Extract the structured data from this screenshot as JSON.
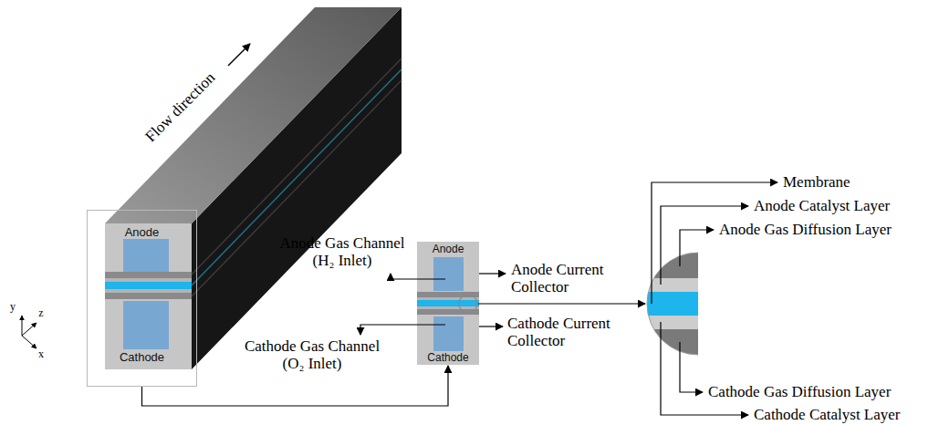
{
  "diagram": {
    "nodes": [
      {
        "text": [
          "Anode",
          "Cathode"
        ]
      },
      {
        "text": [
          "Anode",
          "Cathode"
        ]
      }
    ],
    "edges": [
      {
        "from": 0,
        "to": 1,
        "arrow": "to"
      }
    ],
    "labels": [
      "Flow direction",
      "y",
      "z",
      "x",
      "Anode Gas Channel (H₂ Inlet)",
      "Anode Current Collector",
      "Cathode Gas Channel (O₂ Inlet)",
      "Cathode Current Collector",
      "Membrane",
      "Anode Catalyst Layer",
      "Anode Gas Diffusion Layer",
      "Cathode Gas Diffusion Layer",
      "Cathode Catalyst Layer"
    ]
  }
}
